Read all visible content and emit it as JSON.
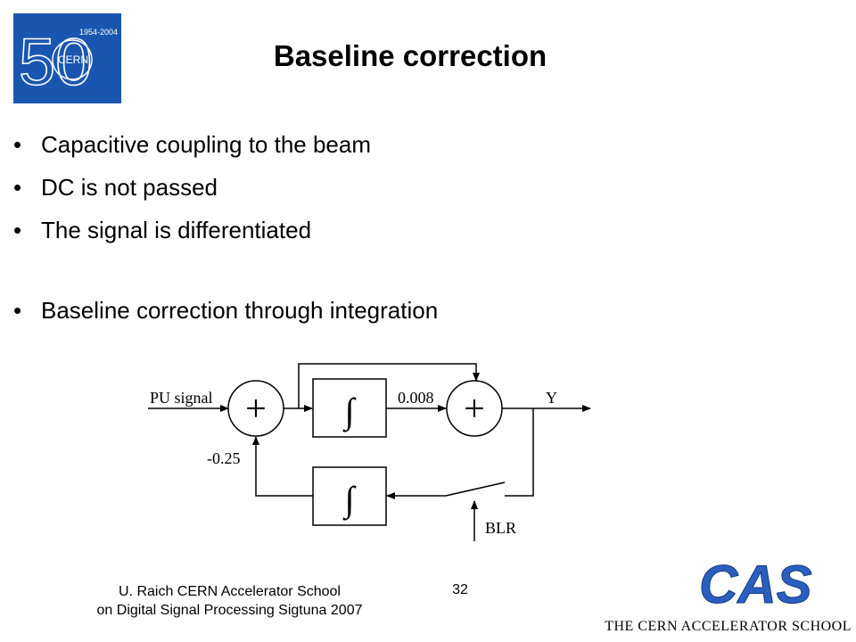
{
  "logo": {
    "number": "50",
    "years": "1954-2004",
    "org": "CERN"
  },
  "title": "Baseline correction",
  "bullets": [
    "Capacitive coupling to the beam",
    "DC is not passed",
    "The signal is differentiated",
    "Baseline correction through integration"
  ],
  "diagram": {
    "input_label": "PU signal",
    "gain_label": "0.008",
    "output_label": "Y",
    "feedback_gain": "-0.25",
    "switch_label": "BLR",
    "plus_symbol": "+",
    "integral_symbol": "∫"
  },
  "footer": {
    "author_line1": "U. Raich  CERN Accelerator School",
    "author_line2": "on Digital Signal Processing  Sigtuna 2007",
    "page_number": "32",
    "cas_acronym": "CAS",
    "school_name": "THE CERN ACCELERATOR SCHOOL"
  },
  "colors": {
    "logo_blue": "#1a56b0",
    "cas_blue": "#2a5fbf"
  }
}
